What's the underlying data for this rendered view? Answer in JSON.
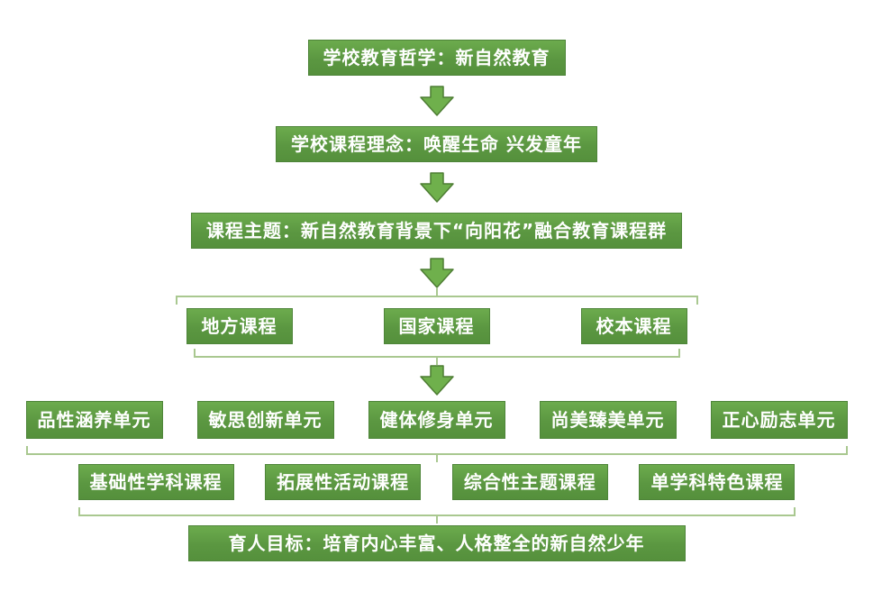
{
  "diagram": {
    "philosophy": "学校教育哲学：新自然教育",
    "concept": "学校课程理念：唤醒生命 兴发童年",
    "theme": "课程主题：新自然教育背景下“向阳花”融合教育课程群",
    "course_types": [
      "地方课程",
      "国家课程",
      "校本课程"
    ],
    "units": [
      "品性涵养单元",
      "敏思创新单元",
      "健体修身单元",
      "尚美臻美单元",
      "正心励志单元"
    ],
    "course_categories": [
      "基础性学科课程",
      "拓展性活动课程",
      "综合性主题课程",
      "单学科特色课程"
    ],
    "goal": "育人目标：培育内心丰富、人格整全的新自然少年"
  },
  "icons": {
    "down_arrow": "block-down-arrow"
  },
  "colors": {
    "box_green": "#5b9741",
    "box_border": "#4e8539",
    "arrow_fill": "#6fb04c",
    "arrow_stroke": "#4d7d33",
    "bracket_line": "#a9c890",
    "text": "#ffffff",
    "background": "#ffffff"
  }
}
